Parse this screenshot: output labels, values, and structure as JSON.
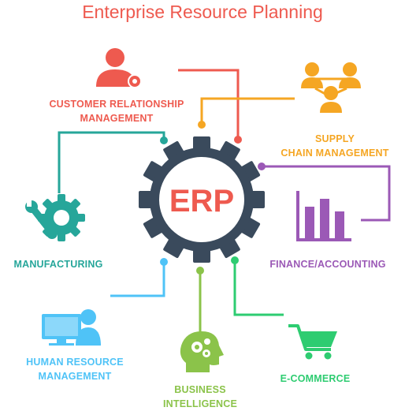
{
  "title": "Enterprise Resource Planning",
  "center_label": "ERP",
  "colors": {
    "title": "#ee5a4f",
    "gear": "#3a4a5c",
    "erp_text": "#ee5a4f",
    "crm": "#ee5a4f",
    "scm": "#f5a623",
    "finance": "#9b59b6",
    "manufacturing": "#26a69a",
    "hrm": "#4fc3f7",
    "bi": "#8bc34a",
    "ecommerce": "#2ecc71"
  },
  "modules": {
    "crm": {
      "line1": "CUSTOMER RELATIONSHIP",
      "line2": "MANAGEMENT",
      "icon": "person-gear-icon"
    },
    "scm": {
      "line1": "SUPPLY",
      "line2": "CHAIN MANAGEMENT",
      "icon": "people-network-icon"
    },
    "finance": {
      "line1": "FINANCE/ACCOUNTING",
      "icon": "bar-chart-icon"
    },
    "manufacturing": {
      "line1": "MANUFACTURING",
      "icon": "wrench-gear-icon"
    },
    "hrm": {
      "line1": "HUMAN RESOURCE",
      "line2": "MANAGEMENT",
      "icon": "person-computer-icon"
    },
    "bi": {
      "line1": "BUSINESS",
      "line2": "INTELLIGENCE",
      "icon": "head-gears-icon"
    },
    "ecommerce": {
      "line1": "E-COMMERCE",
      "icon": "shopping-cart-icon"
    }
  }
}
